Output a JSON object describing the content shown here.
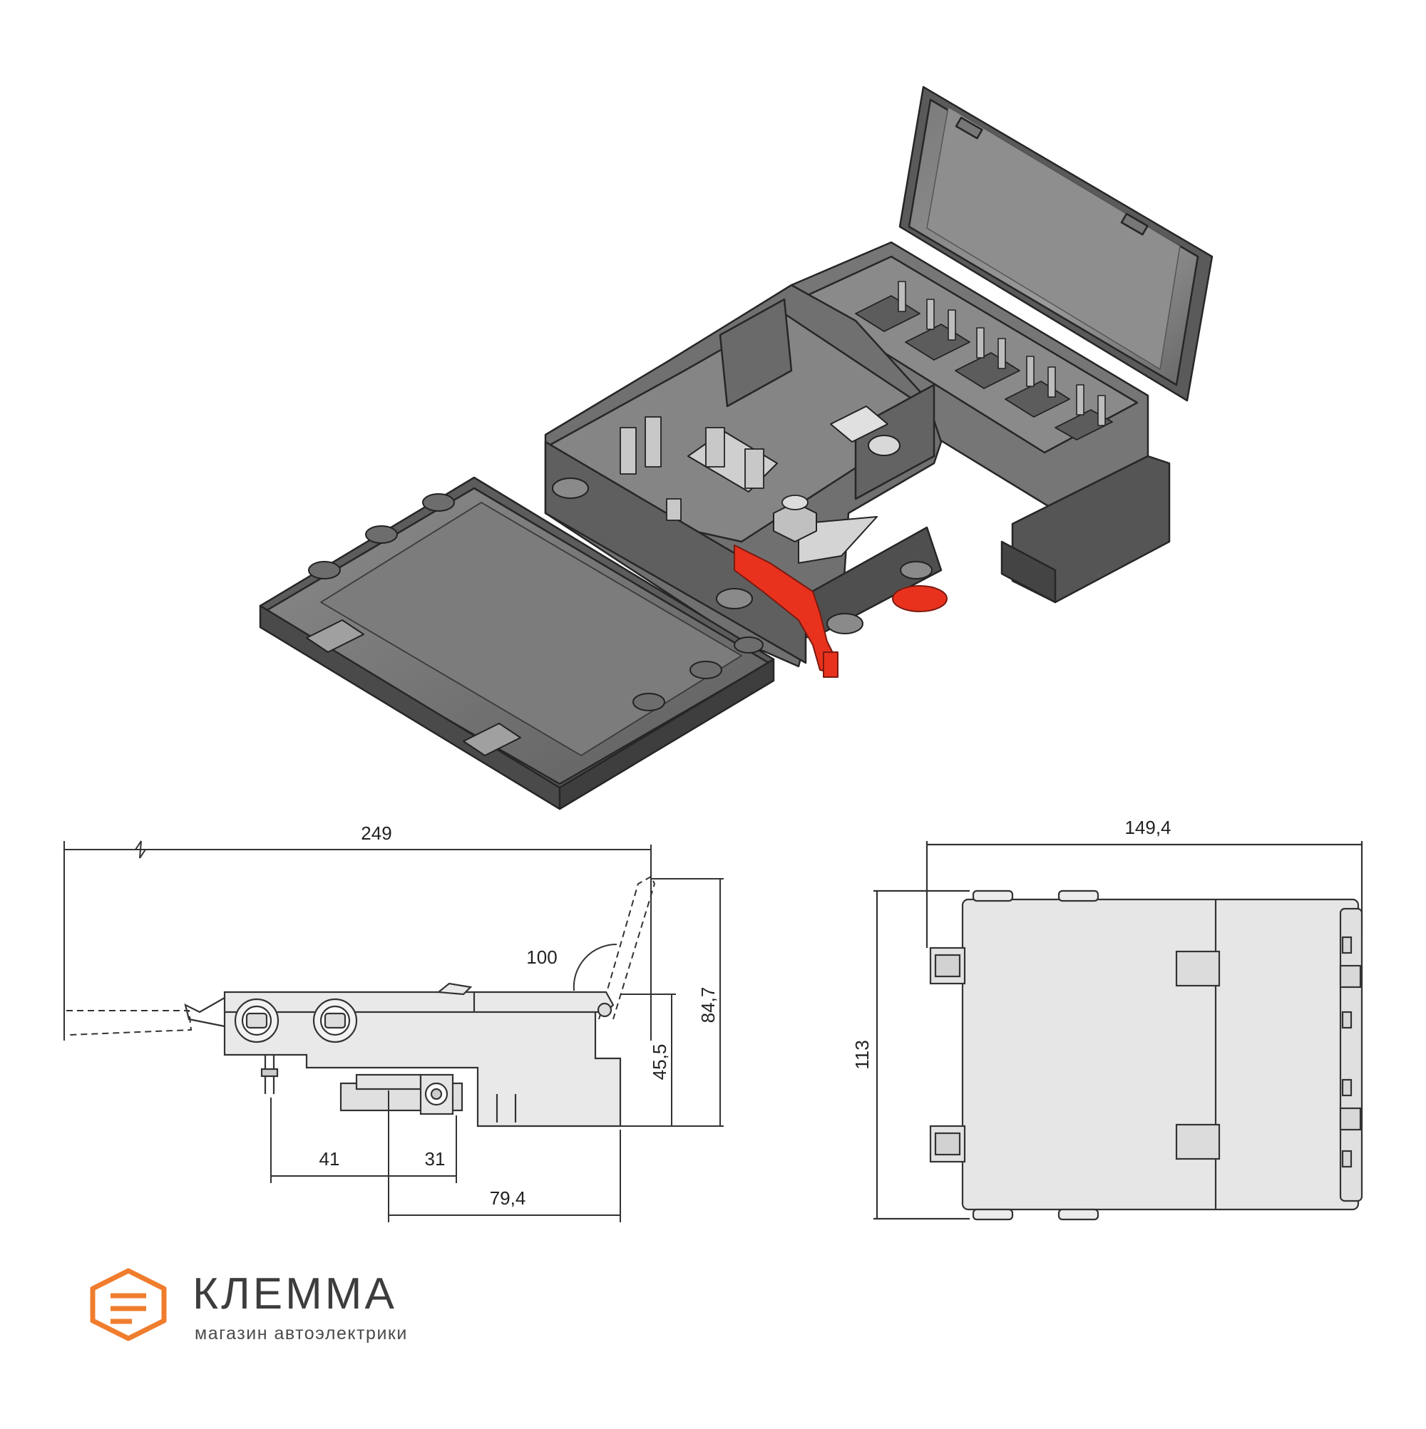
{
  "brand": {
    "name": "КЛЕММА",
    "tagline": "магазин автоэлектрики",
    "logo_color": "#f07d2e"
  },
  "side_view": {
    "overall_length": "249",
    "lid_open_angle": "100",
    "height_total": "84,7",
    "height_base": "45,5",
    "dim_a": "41",
    "dim_b": "31",
    "dim_c": "79,4"
  },
  "top_view": {
    "width": "149,4",
    "depth": "113"
  },
  "colors": {
    "body": "#6f6f6f",
    "body_dark": "#4a4a4a",
    "body_light": "#8a8a8a",
    "accent_red": "#e8321e",
    "outline": "#2a2a2a",
    "drawing_fill": "#e6e6e6"
  }
}
